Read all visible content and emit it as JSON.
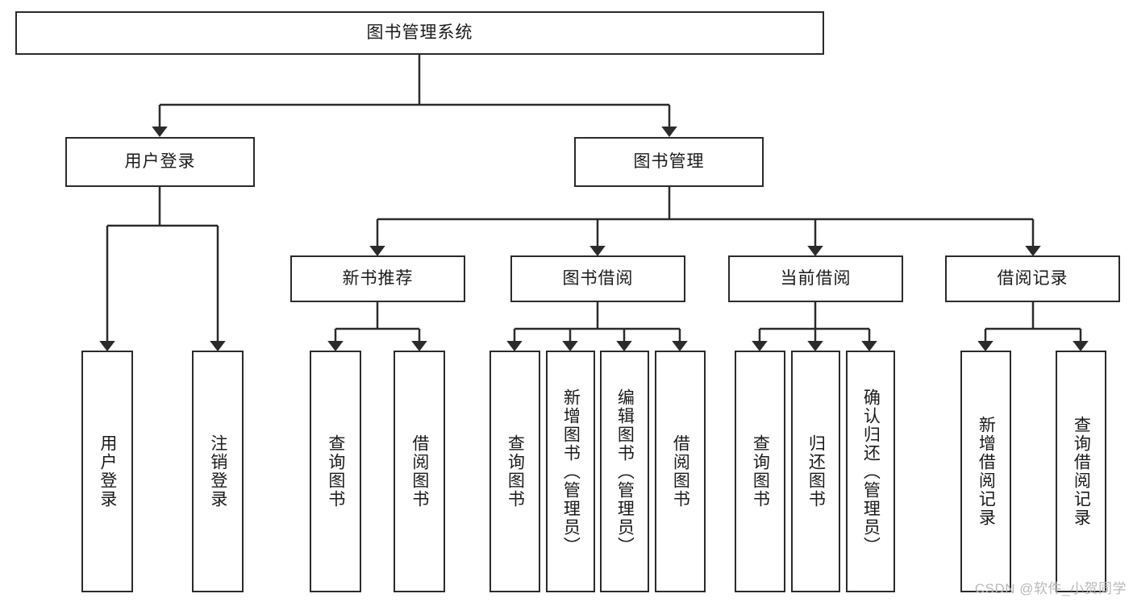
{
  "diagram": {
    "title": "图书管理系统",
    "watermark": "CSDN @软件_小贺同学",
    "type": "tree-hierarchy",
    "line_color": "#2b2b2b",
    "background_color": "#ffffff",
    "root": {
      "label": "图书管理系统"
    },
    "level2": [
      {
        "label": "用户登录"
      },
      {
        "label": "图书管理"
      }
    ],
    "level3": [
      {
        "label": "新书推荐"
      },
      {
        "label": "图书借阅"
      },
      {
        "label": "当前借阅"
      },
      {
        "label": "借阅记录"
      }
    ],
    "leaves": {
      "user_login": [
        {
          "label": "用户登录"
        },
        {
          "label": "注销登录"
        }
      ],
      "new_book": [
        {
          "label": "查询图书"
        },
        {
          "label": "借阅图书"
        }
      ],
      "book_borrow": [
        {
          "label": "查询图书"
        },
        {
          "label": "新增图书（管理员）"
        },
        {
          "label": "编辑图书（管理员）"
        },
        {
          "label": "借阅图书"
        }
      ],
      "current_borrow": [
        {
          "label": "查询图书"
        },
        {
          "label": "归还图书"
        },
        {
          "label": "确认归还（管理员）"
        }
      ],
      "borrow_record": [
        {
          "label": "新增借阅记录"
        },
        {
          "label": "查询借阅记录"
        }
      ]
    }
  }
}
